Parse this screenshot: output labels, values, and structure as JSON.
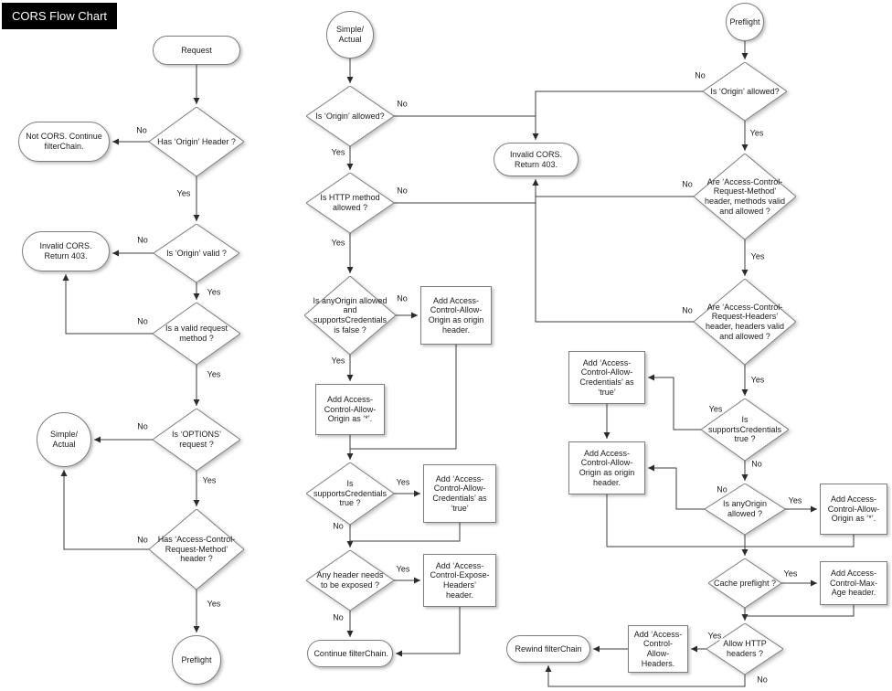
{
  "title": "CORS Flow Chart",
  "labels": {
    "yes": "Yes",
    "no": "No"
  },
  "colors": {
    "line": "#3c3c3c",
    "node_border": "#7e7e7e",
    "title_bg": "#000000",
    "title_fg": "#ffffff"
  },
  "nodes": {
    "request": "Request",
    "has_origin": "Has ‘Origin’ Header ?",
    "not_cors": "Not CORS. Continue filterChain.",
    "origin_valid": "Is ‘Origin’ valid ?",
    "invalid_cors_1": "Invalid CORS. Return 403.",
    "valid_method": "Is a valid request method ?",
    "options_request": "Is ‘OPTIONS’ request ?",
    "simple_actual_1": "Simple/\nActual",
    "has_acrm_header": "Has ‘Access-Control-Request-Method’ header ?",
    "preflight_1": "Preflight",
    "simple_actual_2": "Simple/\nActual",
    "sa_origin_allowed": "Is ‘Origin’ allowed?",
    "sa_method_allowed": "Is HTTP method allowed ?",
    "sa_anyorigin": "Is anyOrigin allowed and supportsCredentials is false ?",
    "sa_add_origin_header": "Add Access-Control-Allow-Origin as origin header.",
    "sa_add_star": "Add Access-Control-Allow-Origin as ‘*’.",
    "sa_supports_cred": "Is supportsCredentials true ?",
    "sa_add_cred": "Add ‘Access-Control-Allow-Credentials’ as ‘true’",
    "sa_expose": "Any header needs to be exposed ?",
    "sa_add_expose": "Add ‘Access-Control-Expose-Headers’ header.",
    "continue_chain": "Continue filterChain.",
    "invalid_cors_2": "Invalid CORS. Return 403.",
    "preflight_2": "Preflight",
    "pf_origin_allowed": "Is ‘Origin’ allowed?",
    "pf_acrm": "Are ‘Access-Control-Request-Method’ header, methods valid and allowed ?",
    "pf_acrh": "Are ‘Access-Control-Request-Headers’ header, headers valid and allowed ?",
    "pf_supports_cred": "Is supportsCredentials true ?",
    "pf_add_cred": "Add ‘Access-Control-Allow-Credentials’ as ‘true’",
    "pf_add_origin_header": "Add Access-Control-Allow-Origin as origin header.",
    "pf_anyorigin": "Is anyOrigin allowed ?",
    "pf_add_star": "Add Access-Control-Allow-Origin as ‘*’.",
    "pf_cache": "Cache preflight ?",
    "pf_maxage": "Add Access-Control-Max-Age header.",
    "pf_allow_headers": "Allow HTTP headers ?",
    "pf_add_allow_headers": "Add ‘Access-Control-Allow-Headers.",
    "rewind_chain": "Rewind filterChain"
  }
}
